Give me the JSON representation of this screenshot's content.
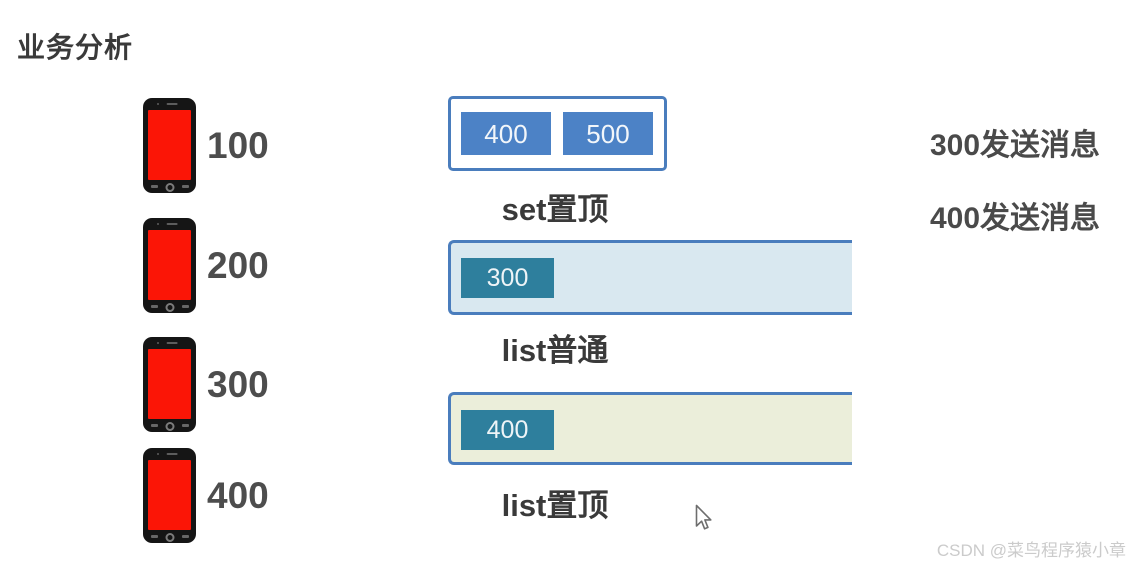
{
  "title": "业务分析",
  "phones": [
    {
      "label": "100"
    },
    {
      "label": "200"
    },
    {
      "label": "300"
    },
    {
      "label": "400"
    }
  ],
  "set_box": {
    "caption": "set置顶",
    "items": [
      {
        "value": "400"
      },
      {
        "value": "500"
      }
    ]
  },
  "list_normal": {
    "caption": "list普通",
    "item": "300"
  },
  "list_top": {
    "caption": "list置顶",
    "item": "400"
  },
  "side_notes": [
    "300发送消息",
    "400发送消息"
  ],
  "watermark": "CSDN @菜鸟程序猿小章",
  "icons": {
    "phone": "phone-icon",
    "cursor": "arrow-cursor-icon"
  },
  "colors": {
    "border_blue": "#4a7dbd",
    "chip_blue": "#4c82c6",
    "chip_teal": "#2e7f9d",
    "list_normal_fill": "#d9e8f0",
    "list_top_fill": "#ebeeda",
    "phone_screen_red": "#fb1506",
    "heading_text": "#3a3a3a",
    "label_text": "#4d4d4d",
    "watermark_gray": "#cbcbcb"
  }
}
